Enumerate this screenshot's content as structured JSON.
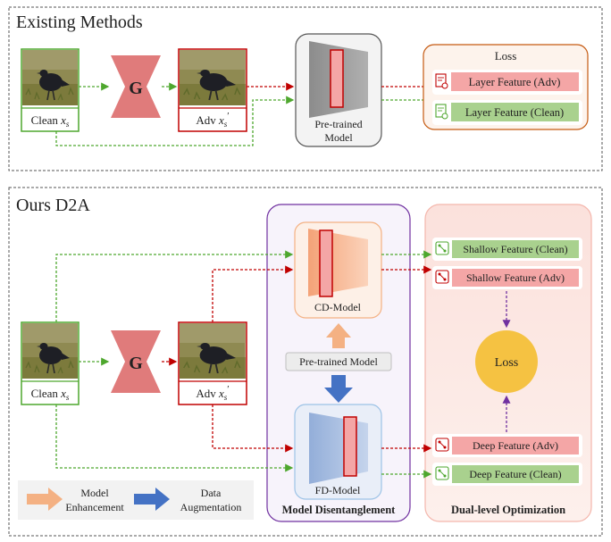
{
  "top_section": {
    "title": "Existing Methods",
    "clean_label": "Clean ",
    "clean_math": "x",
    "clean_sub": "s",
    "generator": "G",
    "adv_label": "Adv ",
    "adv_math": "x",
    "adv_sub": "s",
    "adv_prime": "′",
    "model_line1": "Pre-trained",
    "model_line2": "Model",
    "loss_title": "Loss",
    "loss_adv": "Layer Feature (Adv)",
    "loss_clean": "Layer Feature (Clean)"
  },
  "bottom_section": {
    "title": "Ours D2A",
    "clean_label": "Clean ",
    "clean_math": "x",
    "clean_sub": "s",
    "generator": "G",
    "adv_label": "Adv ",
    "adv_math": "x",
    "adv_sub": "s",
    "adv_prime": "′",
    "cd_model": "CD-Model",
    "fd_model": "FD-Model",
    "pretrained": "Pre-trained Model",
    "disentangle_title": "Model Disentanglement",
    "optimization_title": "Dual-level Optimization",
    "shallow_clean": "Shallow Feature (Clean)",
    "shallow_adv": "Shallow Feature (Adv)",
    "loss": "Loss",
    "deep_adv": "Deep Feature (Adv)",
    "deep_clean": "Deep Feature (Clean)",
    "legend_enh_1": "Model",
    "legend_enh_2": "Enhancement",
    "legend_aug_1": "Data",
    "legend_aug_2": "Augmentation"
  },
  "colors": {
    "red_arrow": "#c00000",
    "green_arrow": "#4ea72e",
    "generator": "#e07b7b",
    "adv_bar": "#f4a6a6",
    "clean_bar": "#a9d18e",
    "loss_circle": "#f5c242",
    "orange": "#f4b183",
    "blue": "#4472c4",
    "purple": "#7030a0"
  }
}
